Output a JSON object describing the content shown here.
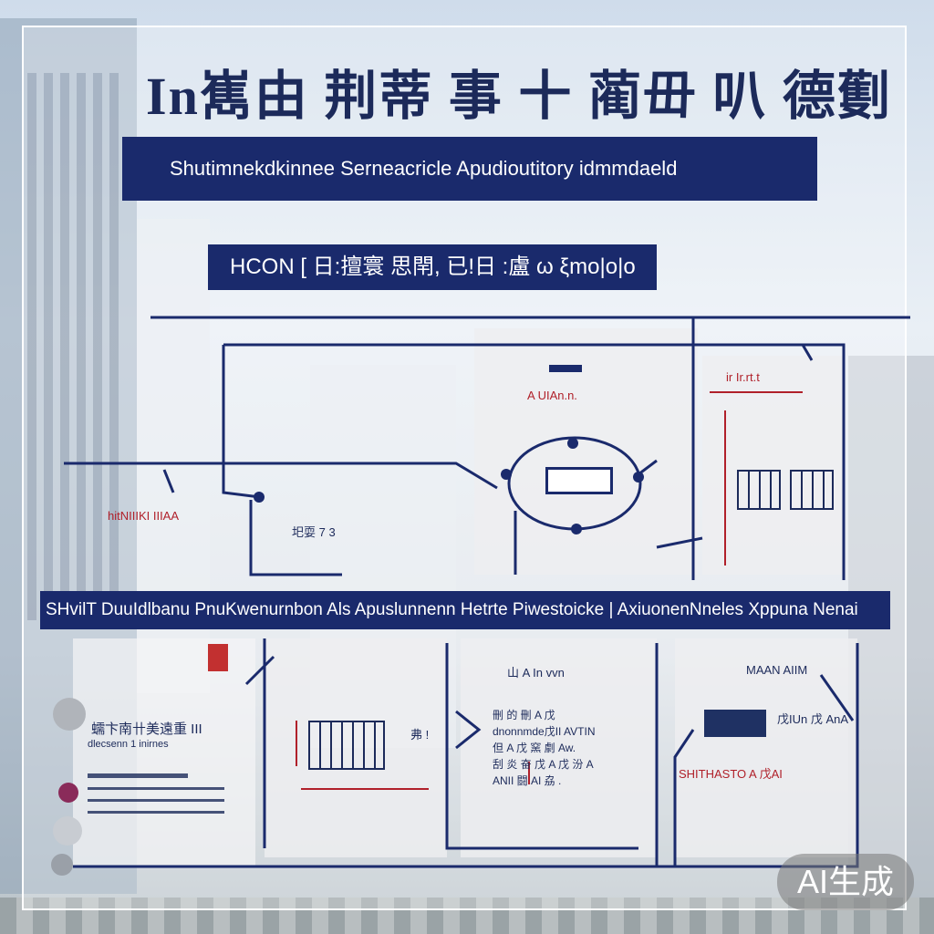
{
  "title": "In嶲由 荆蒂 事 十 蔺毌 叭 德劐",
  "subtitle": "Shutimnekdkinnee Serneacricle Apudioutitory idmmdaeld",
  "section_label": "HCON  [ 日:擅寰 思閈, 已!日 :盧 ω   ξmo|o|o",
  "bottom_band": "SHvilT DuuIdlbanu PnuKwenurnbon Als Apuslunnenn Hetrte  Piwestoicke  |  Axiuonen​Nneles Xppuna Nenai",
  "labels": {
    "top_center": "A UIAn.n.",
    "top_right": "ir Ir.rt.t",
    "left_mid": "圯耍 7 3",
    "left_small": "hitNIIIKI IIIAA",
    "left_list_1": "蠕卞南卄美遠重 III",
    "left_list_2": "dlecsenn 1 inirnes",
    "mid_icon": "弗 !",
    "mid_title": "山 A In vvn",
    "right_title": "MAAN AIIM",
    "right_side": "戊IUn 戊 AnA",
    "right_red": "SHITHASTO A 戊AI",
    "ai_badge": "AI生成"
  },
  "mid_list": [
    "刪 的 刪 A 戊 ",
    "dnonnmde戊II AVTIN",
    "但 A 戊 窯 劇 Aw.",
    "刮 炎 奋 戊 A 戊 汾 A",
    "ANII 闘 AI 劦 ."
  ],
  "colors": {
    "navy": "#1a2a6c",
    "red": "#b0202a",
    "white": "#ffffff"
  }
}
